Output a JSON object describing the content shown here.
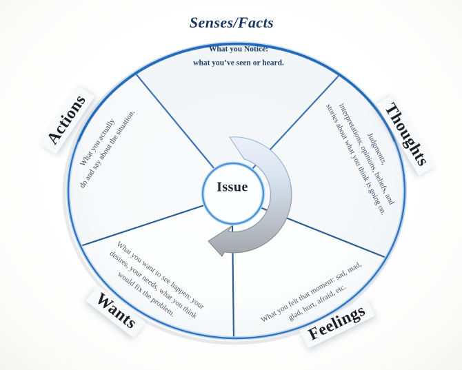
{
  "diagram_title": "Senses/Facts",
  "center": {
    "label": "Issue"
  },
  "sectors": {
    "senses": {
      "heading": "Senses/Facts",
      "lines": [
        "What you Notice:",
        "what you’ve seen or heard."
      ]
    },
    "thoughts": {
      "heading": "Thoughts",
      "lines": [
        "Judgments,",
        "interpretations, opinions, beliefs, and",
        "stories about what you think is going on."
      ]
    },
    "feelings": {
      "heading": "Feelings",
      "lines": [
        "What you felt that moment: sad, mad,",
        "glad, hurt, afraid, etc."
      ]
    },
    "wants": {
      "heading": "Wants",
      "lines": [
        "What you want to see happen: your",
        "desires, your needs, what you think",
        "would fix the problem."
      ]
    },
    "actions": {
      "heading": "Actions",
      "lines": [
        "What you actually",
        "do and say about the situation."
      ]
    }
  },
  "palette": {
    "ring_blue": "#2f74bf",
    "ring_highlight": "#2268b8",
    "spoke_blue_light": "#3a74b4",
    "spoke_blue_dark": "#2d5f92",
    "inner_circle_blue": "#4690d4",
    "navy_text": "#17365d",
    "heading_text": "#1d1d22",
    "arrow_blue": "#d8e3f1",
    "arrow_gray": "#a2a6aa"
  }
}
